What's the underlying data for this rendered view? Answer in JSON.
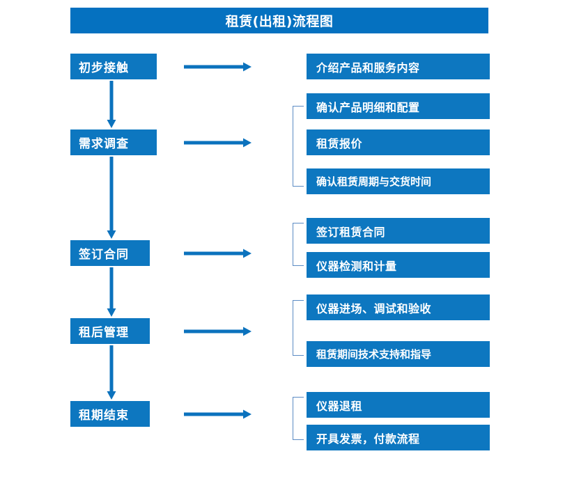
{
  "title": "租赁(出租)流程图",
  "colors": {
    "title_bar": "#0571C0",
    "box": "#0D77C0",
    "arrow": "#0B72BD",
    "bracket": "#5B8BC4",
    "text": "#FFFFFF",
    "background": "#FFFFFF"
  },
  "chart_data": {
    "type": "diagram",
    "title": "租赁(出租)流程图",
    "orientation": "vertical-flow-with-side-details",
    "stages": [
      {
        "label": "初步接触",
        "details": [
          "介绍产品和服务内容"
        ],
        "bracketed": false
      },
      {
        "label": "需求调查",
        "details": [
          "确认产品明细和配置",
          "租赁报价",
          "确认租赁周期与交货时间"
        ],
        "bracketed": true
      },
      {
        "label": "签订合同",
        "details": [
          "签订租赁合同",
          "仪器检测和计量"
        ],
        "bracketed": true
      },
      {
        "label": "租后管理",
        "details": [
          "仪器进场、调试和验收",
          "租赁期间技术支持和指导"
        ],
        "bracketed": true
      },
      {
        "label": "租期结束",
        "details": [
          "仪器退租",
          "开具发票，付款流程"
        ],
        "bracketed": true
      }
    ]
  },
  "stages": [
    {
      "label": "初步接触"
    },
    {
      "label": "需求调查"
    },
    {
      "label": "签订合同"
    },
    {
      "label": "租后管理"
    },
    {
      "label": "租期结束"
    }
  ],
  "details": [
    {
      "label": "介绍产品和服务内容"
    },
    {
      "label": "确认产品明细和配置"
    },
    {
      "label": "租赁报价"
    },
    {
      "label": "确认租赁周期与交货时间"
    },
    {
      "label": "签订租赁合同"
    },
    {
      "label": "仪器检测和计量"
    },
    {
      "label": "仪器进场、调试和验收"
    },
    {
      "label": "租赁期间技术支持和指导"
    },
    {
      "label": "仪器退租"
    },
    {
      "label": "开具发票，付款流程"
    }
  ]
}
